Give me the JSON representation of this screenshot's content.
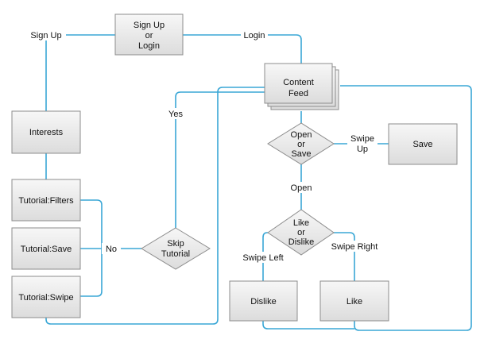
{
  "nodes": {
    "signup_login": [
      "Sign Up",
      "or",
      "Login"
    ],
    "content_feed": [
      "Content",
      "Feed"
    ],
    "interests": [
      "Interests"
    ],
    "open_or_save": [
      "Open",
      "or",
      "Save"
    ],
    "save": [
      "Save"
    ],
    "skip_tutorial": [
      "Skip",
      "Tutorial"
    ],
    "tutorial_filters": [
      "Tutorial:Filters"
    ],
    "tutorial_save": [
      "Tutorial:Save"
    ],
    "tutorial_swipe": [
      "Tutorial:Swipe"
    ],
    "like_or_dislike": [
      "Like",
      "or",
      "Dislike"
    ],
    "dislike": [
      "Dislike"
    ],
    "like": [
      "Like"
    ]
  },
  "edge_labels": {
    "sign_up": "Sign Up",
    "login": "Login",
    "yes": "Yes",
    "no": "No",
    "swipe_up": [
      "Swipe",
      "Up"
    ],
    "open": "Open",
    "swipe_left": "Swipe Left",
    "swipe_right": "Swipe Right"
  },
  "colors": {
    "edge": "#3aa7d6",
    "node_fill_top": "#f7f7f7",
    "node_fill_bottom": "#dedede",
    "node_border": "#8c8c8c"
  }
}
